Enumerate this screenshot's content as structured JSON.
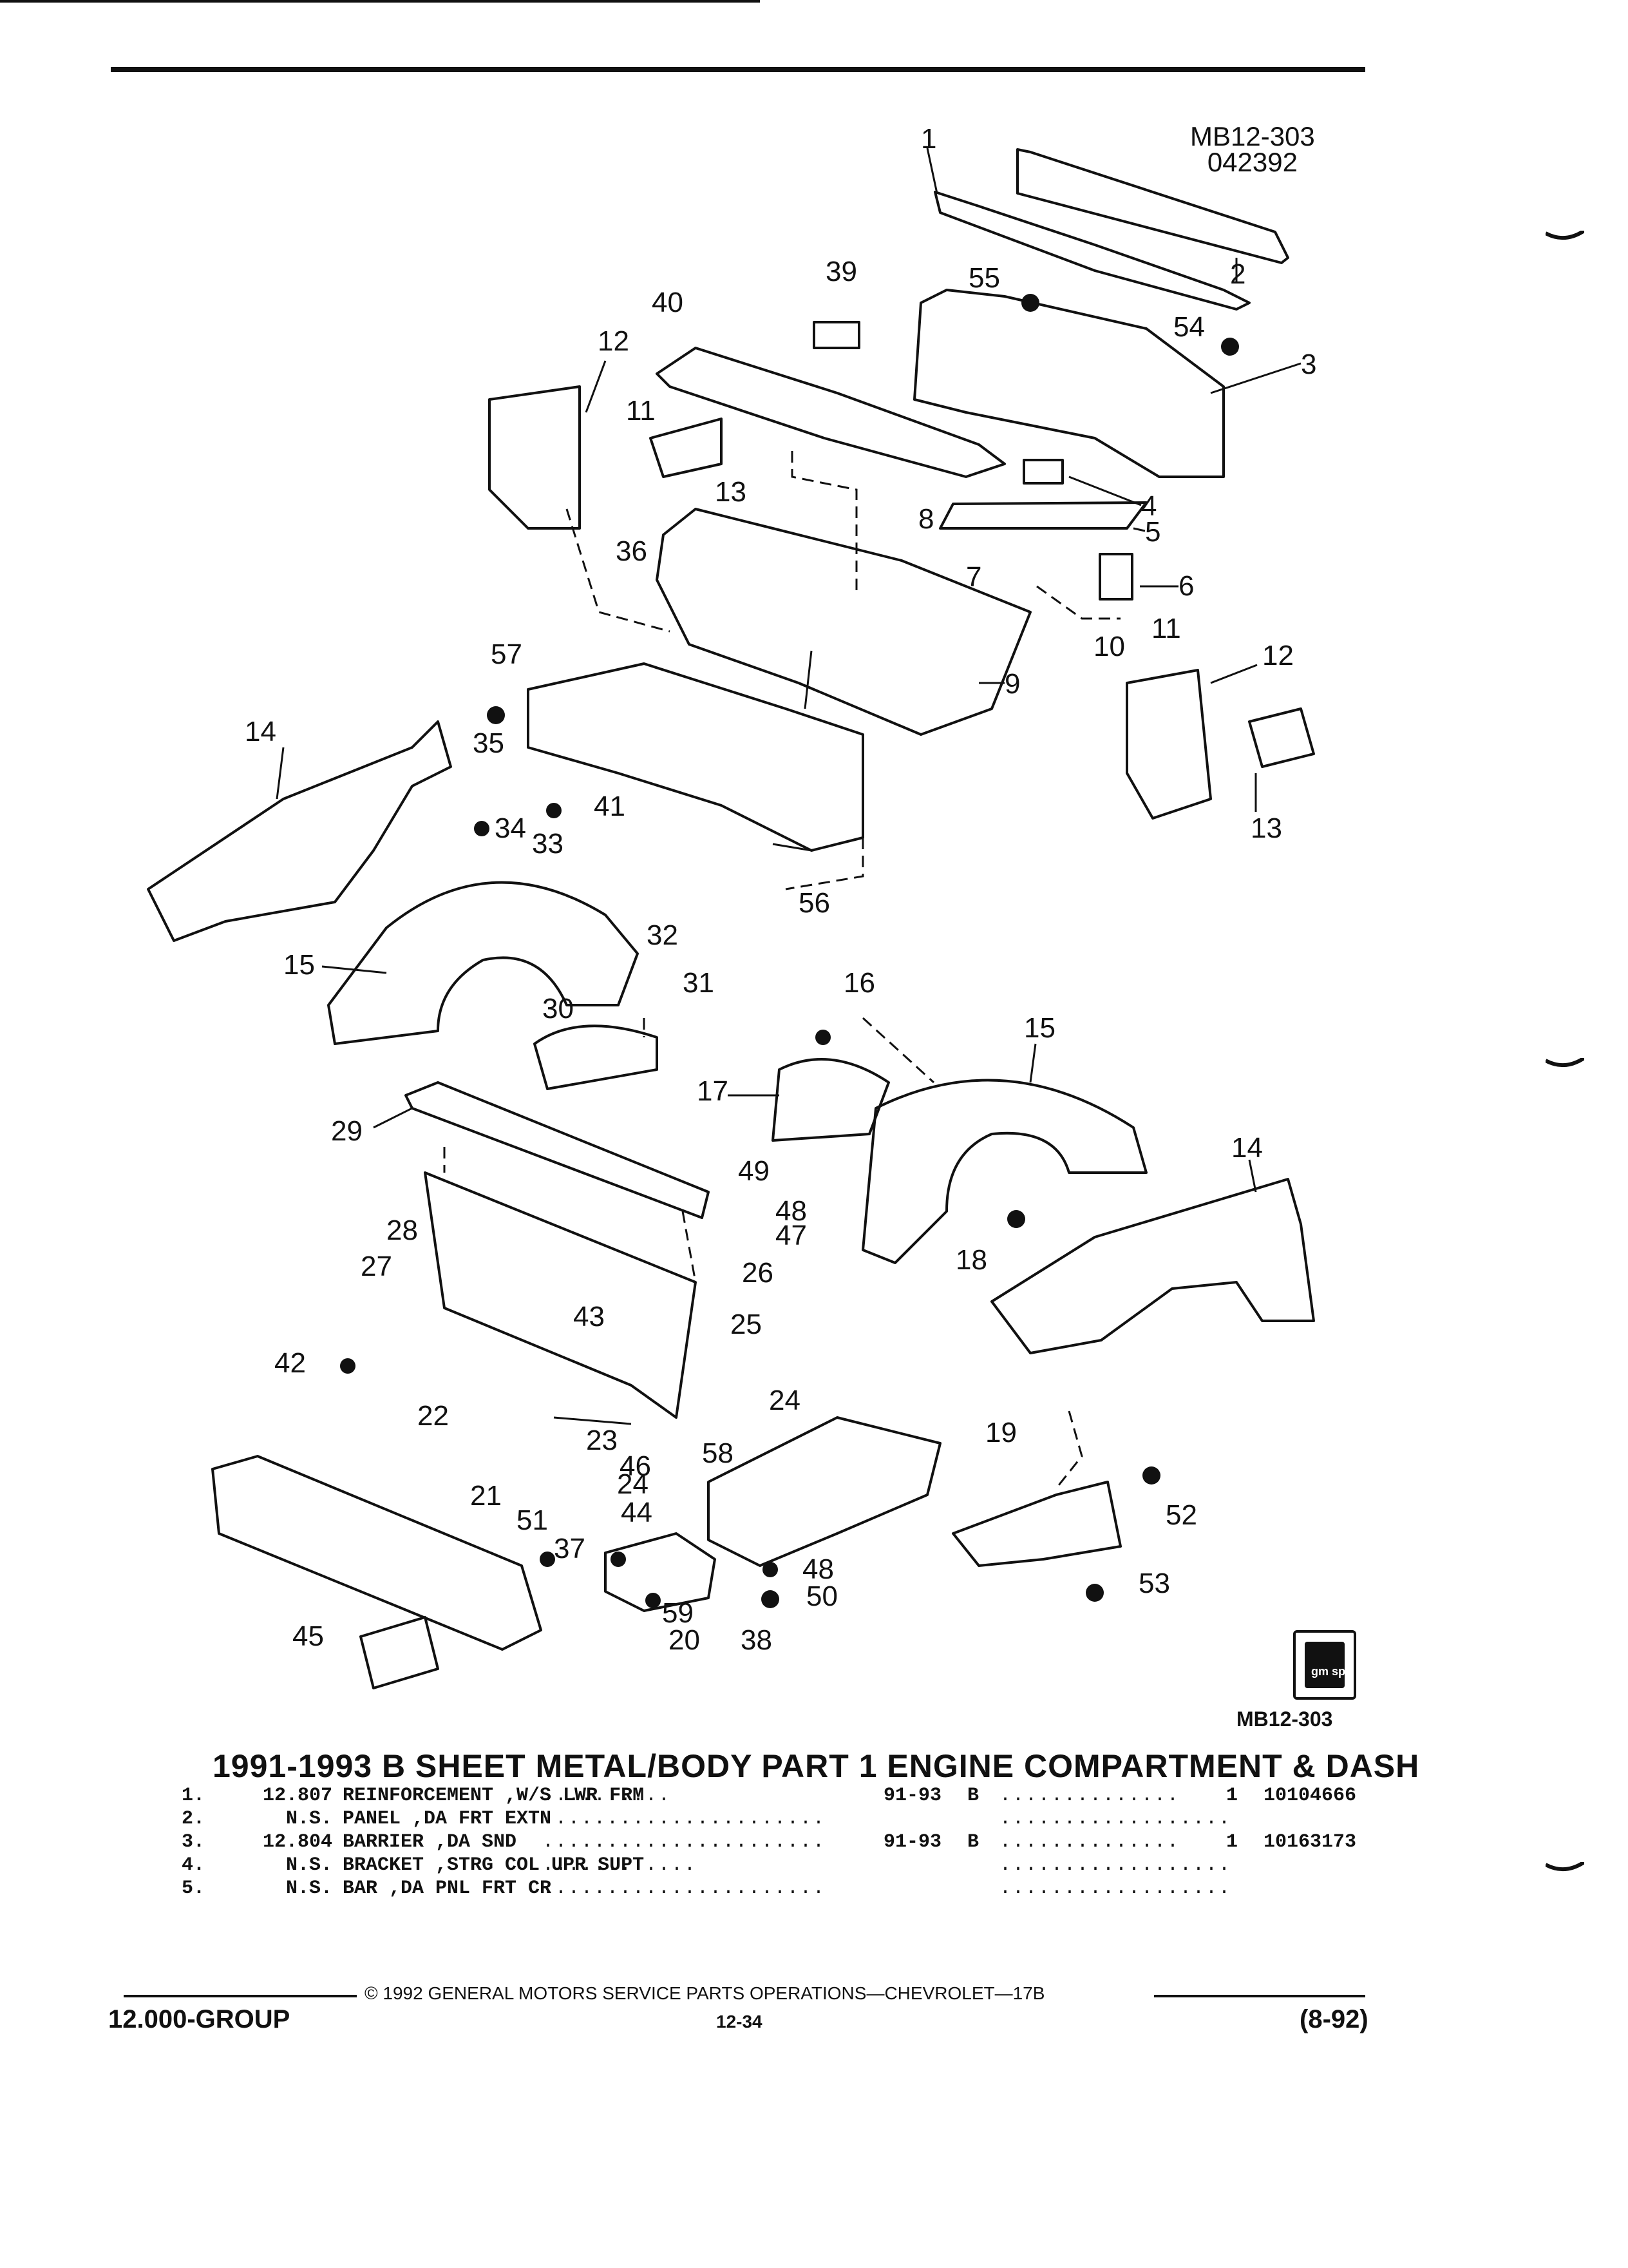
{
  "header": {
    "ref_code": "MB12-303",
    "ref_date": "042392"
  },
  "callouts": [
    {
      "id": "c1",
      "label": "1"
    },
    {
      "id": "c2",
      "label": "2"
    },
    {
      "id": "c3",
      "label": "3"
    },
    {
      "id": "c4",
      "label": "4"
    },
    {
      "id": "c5",
      "label": "5"
    },
    {
      "id": "c6",
      "label": "6"
    },
    {
      "id": "c7",
      "label": "7"
    },
    {
      "id": "c8",
      "label": "8"
    },
    {
      "id": "c9",
      "label": "9"
    },
    {
      "id": "c10",
      "label": "10"
    },
    {
      "id": "c11a",
      "label": "11"
    },
    {
      "id": "c11b",
      "label": "11"
    },
    {
      "id": "c12a",
      "label": "12"
    },
    {
      "id": "c12b",
      "label": "12"
    },
    {
      "id": "c13a",
      "label": "13"
    },
    {
      "id": "c13b",
      "label": "13"
    },
    {
      "id": "c14a",
      "label": "14"
    },
    {
      "id": "c14b",
      "label": "14"
    },
    {
      "id": "c15a",
      "label": "15"
    },
    {
      "id": "c15b",
      "label": "15"
    },
    {
      "id": "c16",
      "label": "16"
    },
    {
      "id": "c17",
      "label": "17"
    },
    {
      "id": "c18",
      "label": "18"
    },
    {
      "id": "c19",
      "label": "19"
    },
    {
      "id": "c20",
      "label": "20"
    },
    {
      "id": "c21",
      "label": "21"
    },
    {
      "id": "c22",
      "label": "22"
    },
    {
      "id": "c23",
      "label": "23"
    },
    {
      "id": "c24a",
      "label": "24"
    },
    {
      "id": "c24b",
      "label": "24"
    },
    {
      "id": "c25",
      "label": "25"
    },
    {
      "id": "c26",
      "label": "26"
    },
    {
      "id": "c27",
      "label": "27"
    },
    {
      "id": "c28",
      "label": "28"
    },
    {
      "id": "c29",
      "label": "29"
    },
    {
      "id": "c30",
      "label": "30"
    },
    {
      "id": "c31",
      "label": "31"
    },
    {
      "id": "c32",
      "label": "32"
    },
    {
      "id": "c33",
      "label": "33"
    },
    {
      "id": "c34",
      "label": "34"
    },
    {
      "id": "c35",
      "label": "35"
    },
    {
      "id": "c36",
      "label": "36"
    },
    {
      "id": "c37",
      "label": "37"
    },
    {
      "id": "c38",
      "label": "38"
    },
    {
      "id": "c39",
      "label": "39"
    },
    {
      "id": "c40",
      "label": "40"
    },
    {
      "id": "c41",
      "label": "41"
    },
    {
      "id": "c42",
      "label": "42"
    },
    {
      "id": "c43",
      "label": "43"
    },
    {
      "id": "c44",
      "label": "44"
    },
    {
      "id": "c45",
      "label": "45"
    },
    {
      "id": "c46",
      "label": "46"
    },
    {
      "id": "c47",
      "label": "47"
    },
    {
      "id": "c48a",
      "label": "48"
    },
    {
      "id": "c48b",
      "label": "48"
    },
    {
      "id": "c49",
      "label": "49"
    },
    {
      "id": "c50",
      "label": "50"
    },
    {
      "id": "c51",
      "label": "51"
    },
    {
      "id": "c52",
      "label": "52"
    },
    {
      "id": "c53",
      "label": "53"
    },
    {
      "id": "c54",
      "label": "54"
    },
    {
      "id": "c55",
      "label": "55"
    },
    {
      "id": "c56",
      "label": "56"
    },
    {
      "id": "c57",
      "label": "57"
    },
    {
      "id": "c58",
      "label": "58"
    },
    {
      "id": "c59",
      "label": "59"
    }
  ],
  "bottom_ref": "MB12-303",
  "logo_text": "gm spo",
  "title": "1991-1993 B SHEET METAL/BODY PART 1 ENGINE COMPARTMENT & DASH",
  "parts": [
    {
      "no": "1.",
      "cat": "12.807",
      "desc": "REINFORCEMENT ,W/S LWR FRM",
      "dots1": "..........",
      "yr": "91-93",
      "ser": "B",
      "dots2": "..............",
      "qty": "1",
      "pn": "10104666"
    },
    {
      "no": "2.",
      "cat": "N.S.",
      "desc": "PANEL ,DA FRT EXTN",
      "dots1": "......................",
      "yr": "",
      "ser": "",
      "dots2": "..................",
      "qty": "",
      "pn": ""
    },
    {
      "no": "3.",
      "cat": "12.804",
      "desc": "BARRIER ,DA SND",
      "dots1": "......................",
      "yr": "91-93",
      "ser": "B",
      "dots2": "..............",
      "qty": "1",
      "pn": "10163173"
    },
    {
      "no": "4.",
      "cat": "N.S.",
      "desc": "BRACKET ,STRG COL UPR SUPT",
      "dots1": "............",
      "yr": "",
      "ser": "",
      "dots2": "..................",
      "qty": "",
      "pn": ""
    },
    {
      "no": "5.",
      "cat": "N.S.",
      "desc": "BAR ,DA PNL FRT CR",
      "dots1": "......................",
      "yr": "",
      "ser": "",
      "dots2": "..................",
      "qty": "",
      "pn": ""
    }
  ],
  "footer": {
    "copyright": "© 1992 GENERAL MOTORS SERVICE PARTS OPERATIONS—CHEVROLET—17B",
    "group": "12.000-GROUP",
    "page": "12-34",
    "date": "(8-92)"
  }
}
